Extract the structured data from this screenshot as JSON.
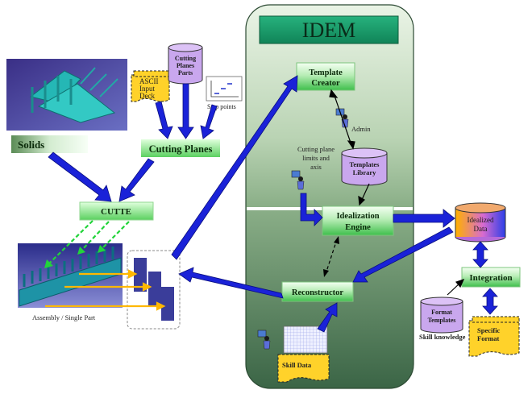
{
  "idem": {
    "title": "IDEM"
  },
  "nodes": {
    "template_creator": {
      "line1": "Template",
      "line2": "Creator"
    },
    "idealization_engine": {
      "line1": "Idealization",
      "line2": "Engine"
    },
    "reconstructor": {
      "label": "Reconstructor"
    },
    "cutte": {
      "label": "CUTTE"
    },
    "integration": {
      "label": "Integration"
    },
    "solids": {
      "label": "Solids"
    },
    "cutting_planes": {
      "label": "Cutting Planes"
    }
  },
  "databases": {
    "cutting_planes_parts": {
      "line1": "Cutting",
      "line2": "Planes",
      "line3": "Parts"
    },
    "templates_library": {
      "line1": "Templates",
      "line2": "Library"
    },
    "idealized_data": {
      "line1": "Idealized",
      "line2": "Data"
    },
    "format_templates": {
      "line1": "Format",
      "line2": "Templates"
    }
  },
  "documents": {
    "ascii_input_deck": {
      "line1": "ASCII",
      "line2": "Input",
      "line3": "Deck"
    },
    "skill_data": {
      "label": "Skill Data"
    },
    "specific_format": {
      "line1": "Specific",
      "line2": "Format"
    }
  },
  "labels": {
    "step_points": "Step points",
    "admin": "Admin",
    "cutting_plane_limits": {
      "line1": "Cutting plane",
      "line2": "limits and",
      "line3": "axis"
    },
    "assembly": "Assembly / Single Part",
    "skill_knowledge": "Skill knowledge"
  },
  "colors": {
    "arrow_blue": "#1a22d8",
    "panel_top": "#e4f0de",
    "panel_bottom": "#3f6b4a",
    "node_green": "#5fd06a",
    "db_purple": "#c9a7ee",
    "doc_yellow": "#ffd22a",
    "flow_yellow": "#ffb800",
    "dashed_green": "#22d43a"
  }
}
